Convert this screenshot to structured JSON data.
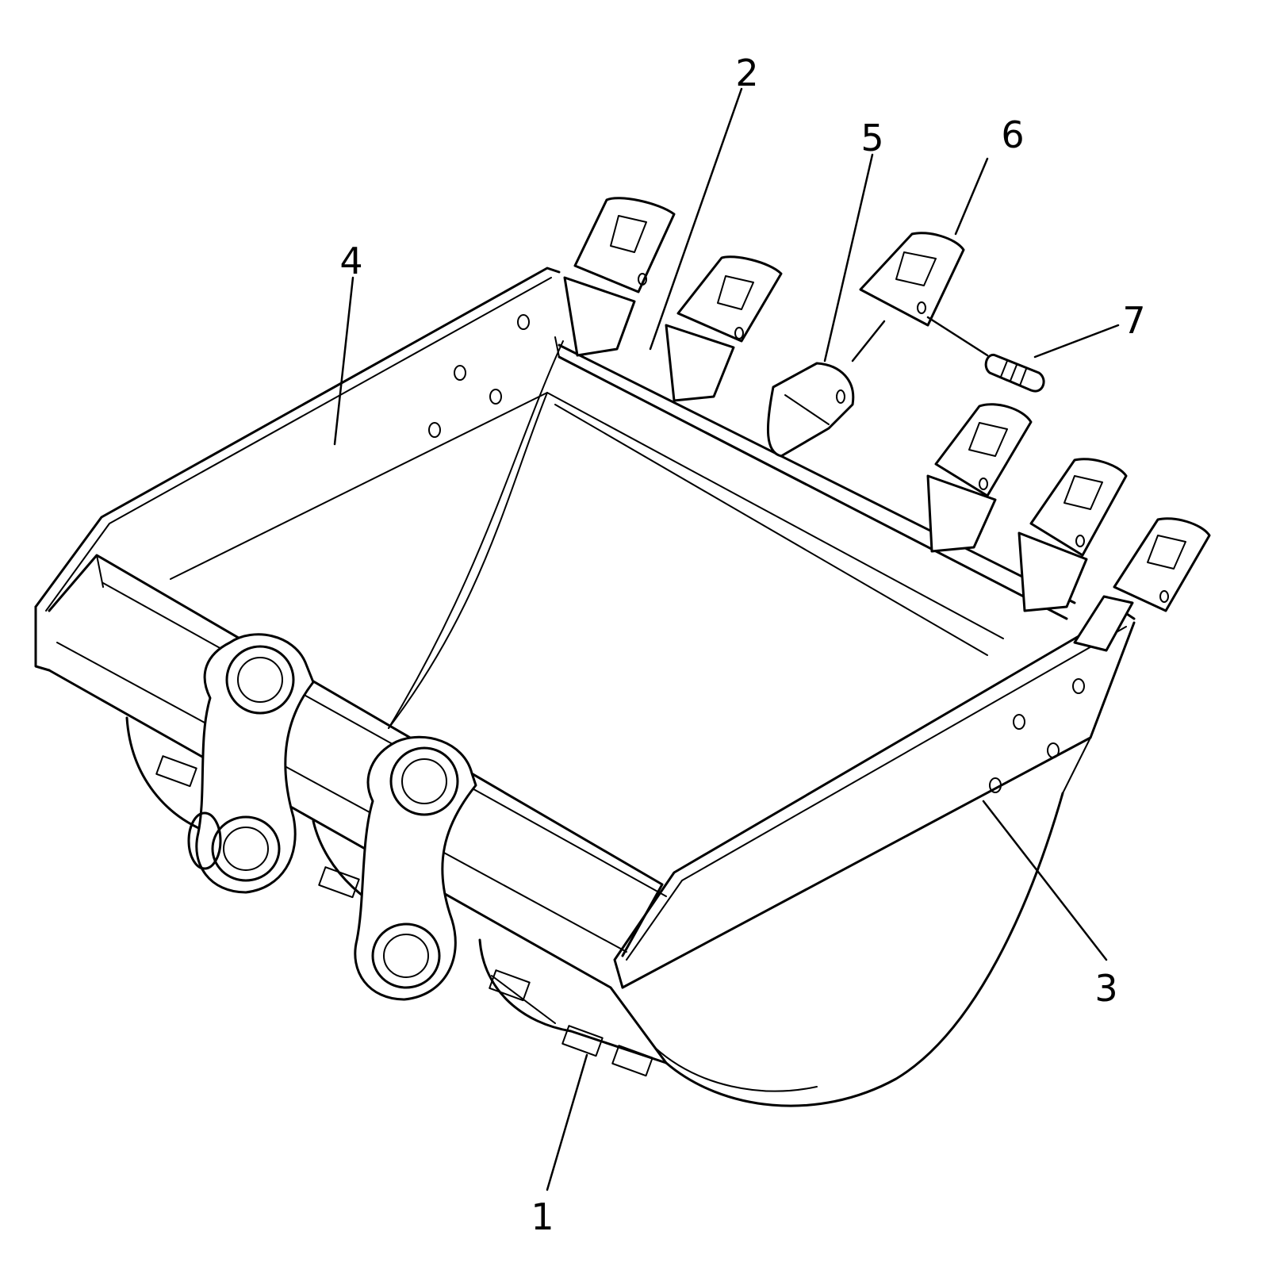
{
  "diagram": {
    "subject": "bucket-assembly",
    "callouts": [
      {
        "id": "1",
        "label": "1"
      },
      {
        "id": "2",
        "label": "2"
      },
      {
        "id": "3",
        "label": "3"
      },
      {
        "id": "4",
        "label": "4"
      },
      {
        "id": "5",
        "label": "5"
      },
      {
        "id": "6",
        "label": "6"
      },
      {
        "id": "7",
        "label": "7"
      }
    ]
  }
}
